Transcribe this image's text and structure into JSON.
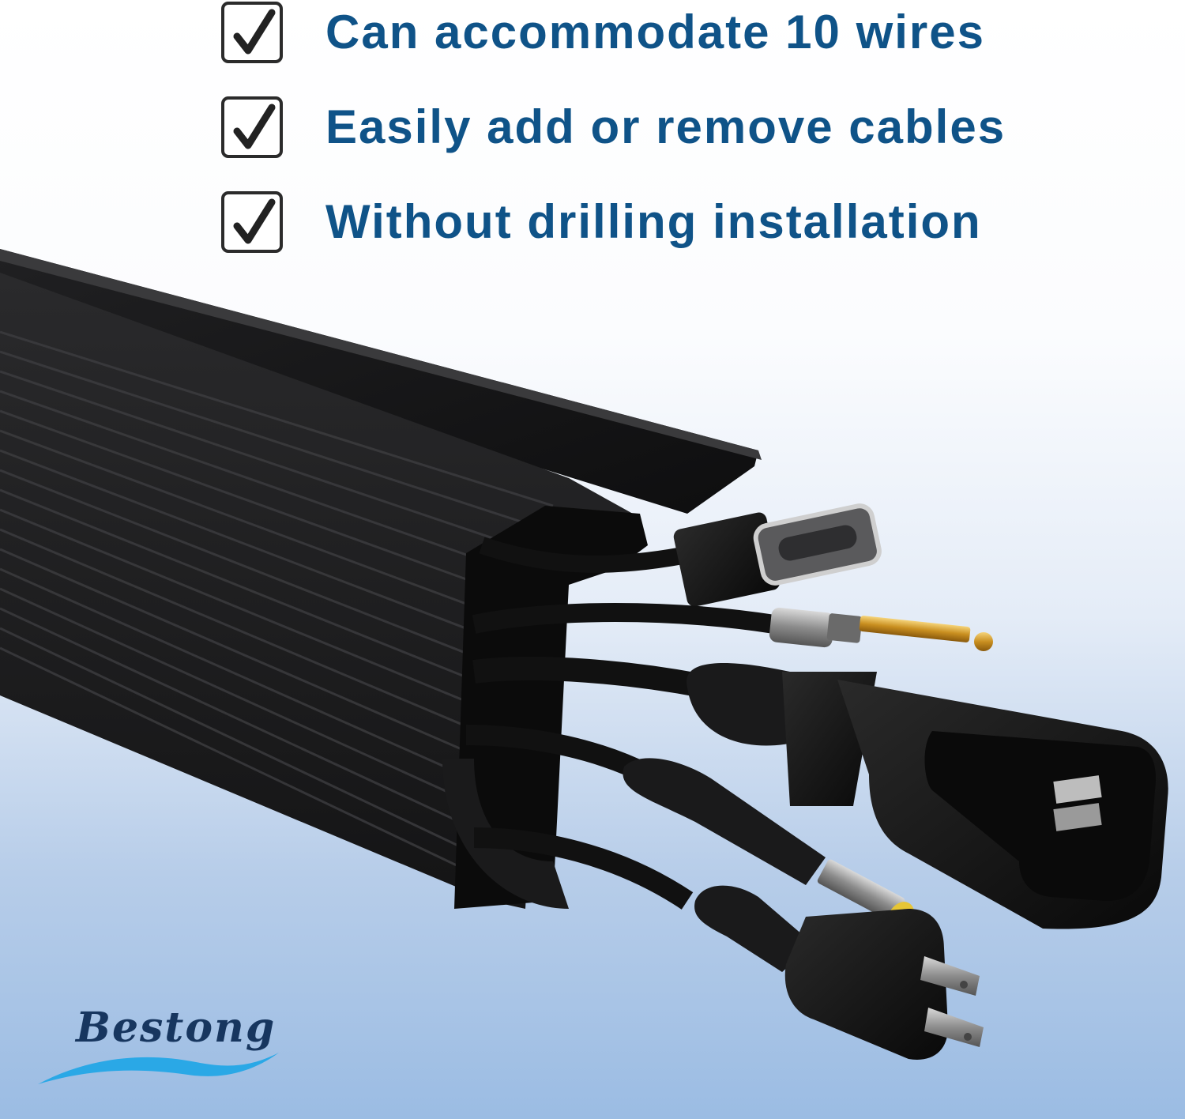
{
  "features": [
    {
      "label": "Can accommodate 10 wires",
      "checked": true
    },
    {
      "label": "Easily add or remove cables",
      "checked": true
    },
    {
      "label": "Without drilling installation",
      "checked": true
    }
  ],
  "brand": {
    "name": "Bestong",
    "color": "#17365f",
    "wave_color": "#2aa8e6"
  },
  "colors": {
    "headline": "#0f5388",
    "product": "#1c1c1e",
    "background_bottom": "#9bbce3"
  },
  "icons": {
    "check": "check-icon",
    "wave": "wave-icon"
  }
}
